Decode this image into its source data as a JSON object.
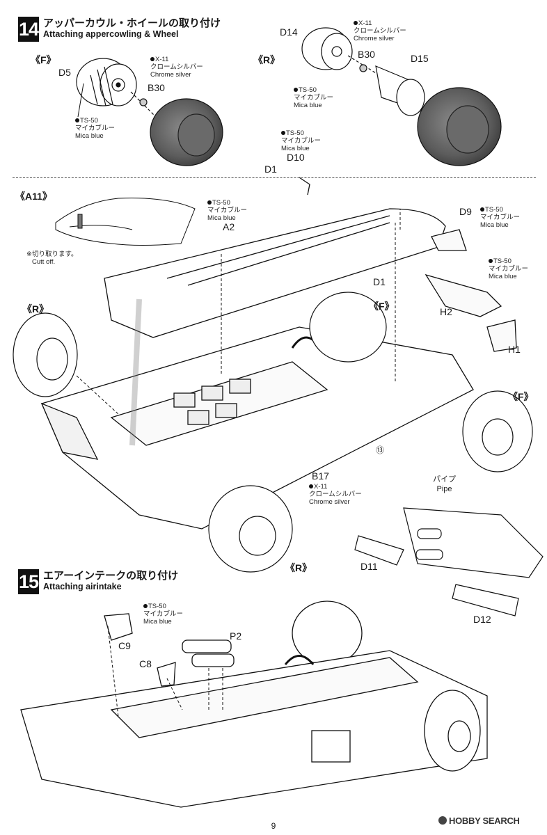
{
  "step14": {
    "number": "14",
    "title_jp": "アッパーカウル・ホイールの取り付け",
    "title_en": "Attaching appercowling & Wheel"
  },
  "step15": {
    "number": "15",
    "title_jp": "エアーインテークの取り付け",
    "title_en": "Attaching airintake"
  },
  "views": {
    "front_top": "《F》",
    "rear_top": "《R》",
    "a11": "《A11》",
    "rear_left": "《R》",
    "front_mid": "《F》",
    "front_right": "《F》",
    "rear_bottom": "《R》"
  },
  "parts": {
    "d5": "D5",
    "b30_a": "B30",
    "d14": "D14",
    "b30_b": "B30",
    "d15": "D15",
    "d10": "D10",
    "d1_a": "D1",
    "a2": "A2",
    "d1_b": "D1",
    "d9": "D9",
    "h2": "H2",
    "h1": "H1",
    "b17": "B17",
    "d11": "D11",
    "d12": "D12",
    "p2": "P2",
    "c9": "C9",
    "c8": "C8",
    "circle13": "⑬"
  },
  "paint": {
    "x11_code": "X-11",
    "x11_jp": "クロームシルバー",
    "x11_en": "Chrome silver",
    "ts50_code": "TS-50",
    "ts50_jp": "マイカブルー",
    "ts50_en": "Mica blue"
  },
  "cut": {
    "jp": "※切り取ります。",
    "en": "Cutt off."
  },
  "pipe": {
    "jp": "パイプ",
    "en": "Pipe"
  },
  "page_number": "9",
  "watermark": "HOBBY SEARCH",
  "colors": {
    "ink": "#111111",
    "tire": "#5a5a5a",
    "paper": "#ffffff"
  }
}
